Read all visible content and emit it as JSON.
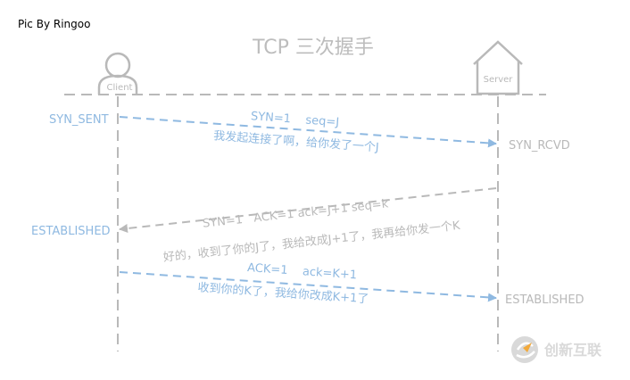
{
  "credit": "Pic By Ringoo",
  "title": "TCP 三次握手",
  "actors": {
    "client": "Client",
    "server": "Server"
  },
  "states": {
    "client_syn_sent": "SYN_SENT",
    "server_syn_rcvd": "SYN_RCVD",
    "client_established": "ESTABLISHED",
    "server_established": "ESTABLISHED"
  },
  "messages": [
    {
      "header": "SYN=1    seq=J",
      "note": "我发起连接了啊，给你发了一个J"
    },
    {
      "header": "SYN=1   ACK=1 ack=J+1 seq=k",
      "note": "好的，收到了你的J了，我给改成J+1了，我再给你发一个K"
    },
    {
      "header": "ACK=1    ack=K+1",
      "note": "收到你的K了，我给你改成K+1了"
    }
  ],
  "watermark": "创新互联",
  "colors": {
    "blue": "#8fb9e1",
    "gray": "#b9b9b9",
    "title": "#bdbdbd"
  }
}
